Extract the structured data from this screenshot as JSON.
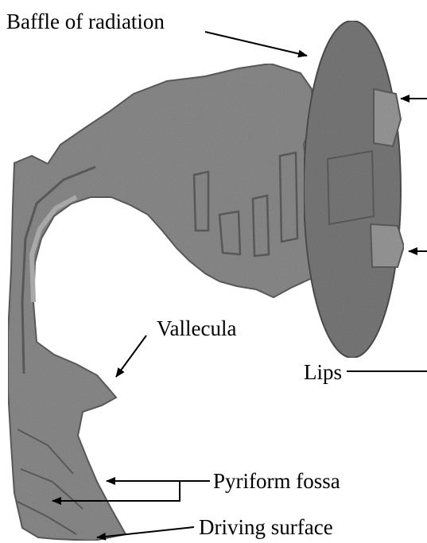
{
  "figure": {
    "labels": {
      "baffle": "Baffle of radiation",
      "vallecula": "Vallecula",
      "lips": "Lips",
      "pyriform": "Pyriform fossa",
      "driving": "Driving surface"
    },
    "colors": {
      "tract_fill": "#8c8c8c",
      "tract_dark": "#5e5e5e",
      "tract_light": "#b4b4b4",
      "baffle_fill": "#7a7a7a",
      "annotation": "#000000"
    }
  }
}
